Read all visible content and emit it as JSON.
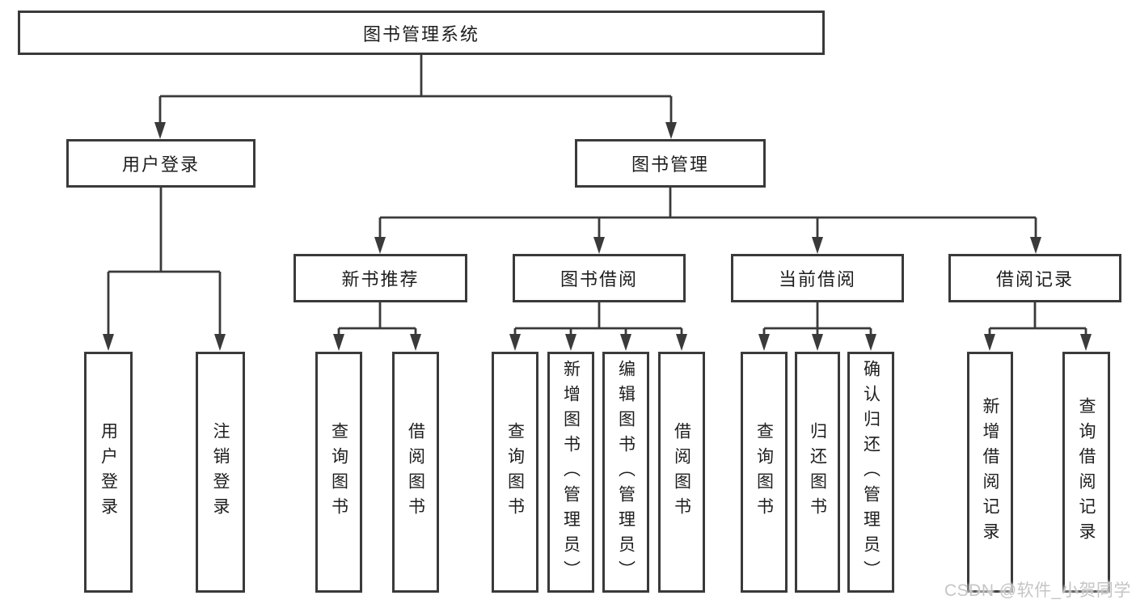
{
  "nodes": {
    "root": "图书管理系统",
    "user_login": "用户登录",
    "book_management": "图书管理",
    "new_book_recommend": "新书推荐",
    "book_borrow": "图书借阅",
    "current_borrow": "当前借阅",
    "borrow_records": "借阅记录",
    "leaf_user_login": "用户登录",
    "leaf_logout": "注销登录",
    "leaf_nb_query_books": "查询图书",
    "leaf_nb_borrow_books": "借阅图书",
    "leaf_bb_query_books": "查询图书",
    "leaf_bb_add_books_admin": "新增图书（管理员）",
    "leaf_bb_edit_books_admin": "编辑图书（管理员）",
    "leaf_bb_borrow_books": "借阅图书",
    "leaf_cb_query_books": "查询图书",
    "leaf_cb_return_books": "归还图书",
    "leaf_cb_confirm_return_admin": "确认归还（管理员）",
    "leaf_br_add_record": "新增借阅记录",
    "leaf_br_query_record": "查询借阅记录"
  },
  "watermark": "CSDN @软件_小贺同学",
  "colors": {
    "line": "#3a3a3a",
    "text": "#1e1e1e",
    "watermark": "#c5c5c5",
    "background": "#ffffff"
  }
}
